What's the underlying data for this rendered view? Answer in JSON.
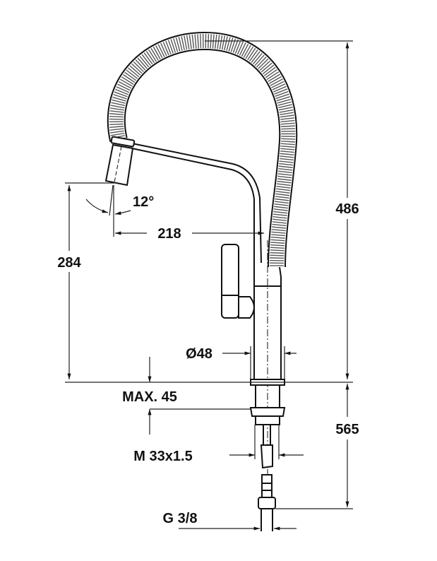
{
  "diagram": {
    "subject": "Kitchen faucet with pull-down flexible spout — dimensional drawing",
    "colors": {
      "line": "#111111",
      "dimension_line": "#222222",
      "background": "#ffffff"
    },
    "dimensions": {
      "spout_angle": "12°",
      "spout_reach": "218",
      "spout_height": "284",
      "total_height": "486",
      "body_diameter": "Ø48",
      "max_counter_thickness": "MAX. 45",
      "thread": "M 33x1.5",
      "hose_length": "565",
      "connection": "G 3/8"
    }
  }
}
